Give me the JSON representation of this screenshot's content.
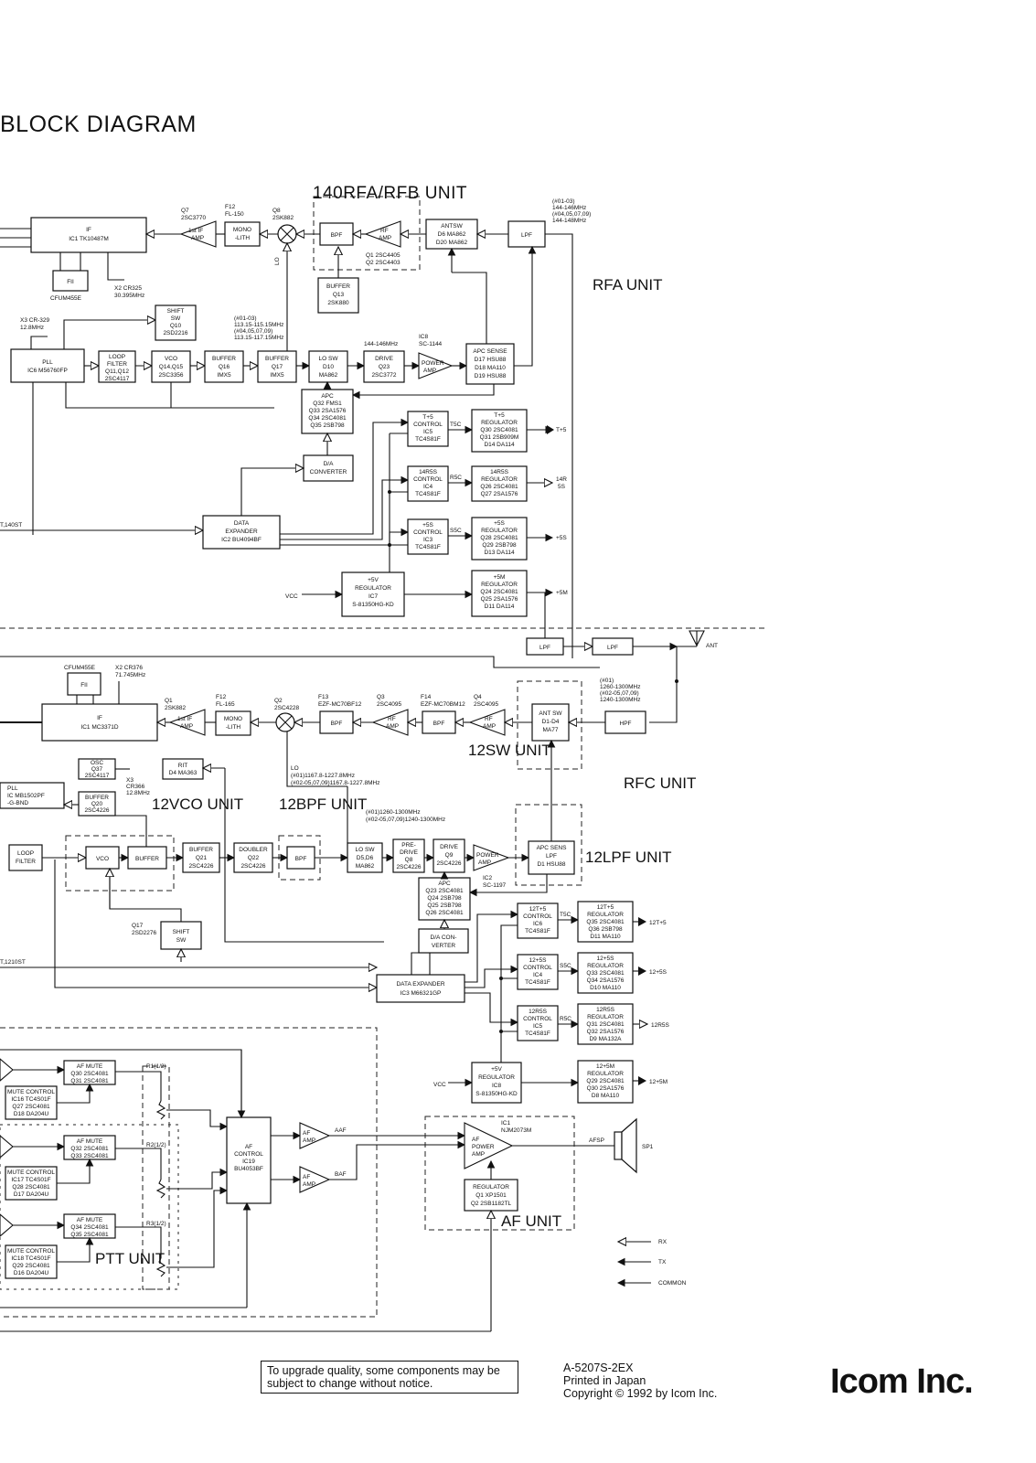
{
  "page": {
    "title": "BLOCK DIAGRAM",
    "notice": "To upgrade quality, some components may be subject to change without notice.",
    "doc_number": "A-5207S-2EX",
    "printed": "Printed in Japan",
    "copyright": "Copyright © 1992 by Icom Inc.",
    "brand": "Icom Inc."
  },
  "units": {
    "rfa": "RFA UNIT",
    "rfa_sub": "140RFA/RFB UNIT",
    "rfc": "RFC UNIT",
    "sw12": "12SW UNIT",
    "vco12": "12VCO UNIT",
    "bpf12": "12BPF UNIT",
    "lpf12": "12LPF UNIT",
    "af": "AF UNIT",
    "ptt": "PTT UNIT"
  },
  "rfa": {
    "if": [
      "IF",
      "IC1 TK10487M"
    ],
    "f11": "FII",
    "cfum": "CFUM455E",
    "x2": [
      "X2 CR325",
      "30.395MHz"
    ],
    "q7": [
      "Q7",
      "2SC3770"
    ],
    "ifamp": [
      "1st IF",
      "AMP"
    ],
    "f12": [
      "F12",
      "FL-150"
    ],
    "monolith": [
      "MONO",
      "-LITH"
    ],
    "q8": [
      "Q8",
      "2SK882"
    ],
    "bpf": "BPF",
    "rfamp": [
      "RF",
      "AMP"
    ],
    "q12": [
      "Q1 2SC4405",
      "Q2 2SC4403"
    ],
    "antsw": [
      "ANTSW",
      "D6  MA862",
      "D20 MA862"
    ],
    "lpf": "LPF",
    "freq": [
      "(#01-03)",
      "144-146MHz",
      "(#04,05,07,09)",
      "144-148MHz"
    ],
    "buffer13": [
      "BUFFER",
      "Q13",
      "2SK880"
    ],
    "shift": [
      "SHIFT",
      "SW",
      "Q10",
      "2SD2216"
    ],
    "x3": [
      "X3 CR-329",
      "12.8MHz"
    ],
    "pll": [
      "PLL",
      "IC6 M56760FP"
    ],
    "loopfilter": [
      "LOOP",
      "FILTER",
      "Q11,Q12",
      "2SC4117"
    ],
    "vco": [
      "VCO",
      "Q14,Q15",
      "2SC3356"
    ],
    "buffer16": [
      "BUFFER",
      "Q16",
      "IMX5"
    ],
    "buffer17": [
      "BUFFER",
      "Q17",
      "IMX5"
    ],
    "lofreq": [
      "(#01-03)",
      "113.15-115.15MHz",
      "(#04,05,07,09)",
      "113.15-117.15MHz"
    ],
    "losw": [
      "LO SW",
      "D10",
      "MA862"
    ],
    "drivefreq": "144-146MHz",
    "drive": [
      "DRIVE",
      "Q23",
      "2SC3772"
    ],
    "ic8": [
      "IC8",
      "SC-1144"
    ],
    "power": [
      "POWER",
      "AMP"
    ],
    "apcsense": [
      "APC SENSE",
      "D17 HSU88",
      "D18  MA110",
      "D19 HSU88"
    ],
    "apc": [
      "APC",
      "Q32      FMS1",
      "Q33 2SA1576",
      "Q34 2SC4081",
      "Q35 2SB798"
    ],
    "da": [
      "D/A",
      "CONVERTER"
    ],
    "dataexp": [
      "DATA",
      "EXPANDER",
      "IC2 BU4094BF"
    ],
    "t5ctrl": [
      "T+5",
      "CONTROL",
      "IC5",
      "TC4S81F"
    ],
    "t5reg": [
      "T+5",
      "REGULATOR",
      "Q30 2SC4081",
      "Q31 2SB909M",
      "D14 DA114"
    ],
    "r14ctrl": [
      "14R5S",
      "CONTROL",
      "IC4",
      "TC4S81F"
    ],
    "r14reg": [
      "14R5S",
      "REGULATOR",
      "Q26 2SC4081",
      "Q27 2SA1576"
    ],
    "s5ctrl": [
      "+5S",
      "CONTROL",
      "IC3",
      "TC4S81F"
    ],
    "s5reg": [
      "+5S",
      "REGULATOR",
      "Q28 2SC4081",
      "Q29 2SB798",
      "D13 DA114"
    ],
    "v5reg": [
      "+5V",
      "REGULATOR",
      "IC7",
      "S-81350HG-KD"
    ],
    "m5reg": [
      "+5M",
      "REGULATOR",
      "Q24 2SC4081",
      "Q25 2SA1576",
      "D11 DA114"
    ],
    "out_t5": "T+5",
    "out_r14": [
      "14R",
      "5S"
    ],
    "out_s5": "+5S",
    "out_m5": "+5M",
    "sig_t5c": "T5C",
    "sig_r5c": "R5C",
    "sig_s5c": "S5C",
    "vcc": "VCC",
    "lo": "LO",
    "left_bus": "T,140ST"
  },
  "rfc": {
    "cfum": "CFUM455E",
    "f11": "FII",
    "x2": [
      "X2 CR376",
      "71.745MHz"
    ],
    "if": [
      "IF",
      "IC1 MC3371D"
    ],
    "q1": [
      "Q1",
      "2SK882"
    ],
    "ifamp": [
      "1st IF",
      "AMP"
    ],
    "f12": [
      "F12",
      "FL-165"
    ],
    "monolith": [
      "MONO",
      "-LITH"
    ],
    "q2": [
      "Q2",
      "2SC4228"
    ],
    "f13": [
      "F13",
      "EZF-MC70BF12"
    ],
    "q3": [
      "Q3",
      "2SC4095"
    ],
    "f14": [
      "F14",
      "EZF-MC70BM12"
    ],
    "q4": [
      "Q4",
      "2SC4095"
    ],
    "bpf": "BPF",
    "rfamp": [
      "RF",
      "AMP"
    ],
    "antsw": [
      "ANT SW",
      "D1-D4",
      "MA77"
    ],
    "freq": [
      "(#01)",
      "1260-1300MHz",
      "(#02-05,07,09)",
      "1240-1300MHz"
    ],
    "hpf": "HPF",
    "lpf": "LPF",
    "ant": "ANT",
    "osc": [
      "OSC",
      "Q37",
      "2SC4117"
    ],
    "x3": [
      "X3",
      "CR366",
      "12.8MHz"
    ],
    "rit": [
      "RIT",
      "D4 MA363"
    ],
    "pll": [
      "PLL",
      "IC MB1502PF",
      "-G-BND"
    ],
    "buffer20": [
      "BUFFER",
      "Q20",
      "2SC4226"
    ],
    "lofreq": [
      "LO",
      "(#01)1167.8-1227.8MHz",
      "(#02-05,07,09)1167.8-1227.8MHz"
    ],
    "loopfilter": [
      "LOOP",
      "FILTER"
    ],
    "vco": "VCO",
    "vcobuffer": "BUFFER",
    "buffer21": [
      "BUFFER",
      "Q21",
      "2SC4226"
    ],
    "doubler": [
      "DOUBLER",
      "Q22",
      "2SC4226"
    ],
    "txfreq": [
      "(#01)1260-1300MHz",
      "(#02-05,07,09)1240-1300MHz"
    ],
    "losw": [
      "LO SW",
      "D5,D6",
      "MA862"
    ],
    "predrive": [
      "PRE-",
      "DRIVE",
      "Q8",
      "2SC4226"
    ],
    "drive": [
      "DRIVE",
      "Q9",
      "2SC4226"
    ],
    "power": [
      "POWER",
      "AMP"
    ],
    "ic2": [
      "IC2",
      "SC-1197"
    ],
    "apcsens": [
      "APC SENS",
      "LPF",
      "D1 HSU88"
    ],
    "apc": [
      "APC",
      "Q23 2SC4081",
      "Q24 2SB798",
      "Q25 2SB798",
      "Q26 2SC4081"
    ],
    "da": [
      "D/A CON-",
      "VERTER"
    ],
    "q17": [
      "Q17",
      "2SD2276"
    ],
    "shift": [
      "SHIFT",
      "SW"
    ],
    "dataexp": [
      "DATA EXPANDER",
      "IC3 M66321GP"
    ],
    "t5ctrl": [
      "12T+5",
      "CONTROL",
      "IC6",
      "TC4S81F"
    ],
    "t5reg": [
      "12T+5",
      "REGULATOR",
      "Q35 2SC4081",
      "Q36 2SB798",
      "D11 MA110"
    ],
    "s5ctrl": [
      "12+5S",
      "CONTROL",
      "IC4",
      "TC4S81F"
    ],
    "s5reg": [
      "12+5S",
      "REGULATOR",
      "Q33 2SC4081",
      "Q34 2SA1576",
      "D10 MA110"
    ],
    "r5ctrl": [
      "12R5S",
      "CONTROL",
      "IC5",
      "TC4S81F"
    ],
    "r5reg": [
      "12R5S",
      "REGULATOR",
      "Q31 2SC4081",
      "Q32 2SA1576",
      "D9 MA132A"
    ],
    "v5reg": [
      "+5V",
      "REGULATOR",
      "IC8",
      "S-81350HG-KD"
    ],
    "m5reg": [
      "12+5M",
      "REGULATOR",
      "Q29 2SC4081",
      "Q30 2SA1576",
      "D8 MA110"
    ],
    "out_t5": "12T+5",
    "out_s5": "12+5S",
    "out_r5": "12R5S",
    "out_m5": "12+5M",
    "sig_t5c": "T5C",
    "sig_s5c": "S5C",
    "sig_r5c": "R5C",
    "vcc": "VCC",
    "left_bus": "T,1210ST"
  },
  "af": {
    "mute1": [
      "AF MUTE",
      "Q30 2SC4081",
      "Q31 2SC4081"
    ],
    "mc1": [
      "MUTE CONTROL",
      "IC16 TC4S01F",
      "Q27 2SC4081",
      "D18 DA204U"
    ],
    "mute2": [
      "AF MUTE",
      "Q32 2SC4081",
      "Q33 2SC4081"
    ],
    "mc2": [
      "MUTE CONTROL",
      "IC17 TC4S01F",
      "Q28 2SC4081",
      "D17 DA204U"
    ],
    "mute3": [
      "AF MUTE",
      "Q34 2SC4081",
      "Q35 2SC4081"
    ],
    "mc3": [
      "MUTE CONTROL",
      "IC18 TC4S01F",
      "Q29 2SC4081",
      "D16 DA204U"
    ],
    "r1": "R1(1/2)",
    "r2": "R2(1/2)",
    "r3": "R3(1/2)",
    "afctrl": [
      "AF",
      "CONTROL",
      "IC19",
      "BU4053BF"
    ],
    "afamp": [
      "AF",
      "AMP"
    ],
    "aaf": "AAF",
    "baf": "BAF",
    "ic1": [
      "IC1",
      "NJM2073M"
    ],
    "power": [
      "AF",
      "POWER",
      "AMP"
    ],
    "reg": [
      "REGULATOR",
      "Q1   XP1501",
      "Q2 2SB1182TL"
    ],
    "afsp": "AFSP",
    "sp": "SP1"
  },
  "legend": {
    "rx": "RX",
    "tx": "TX",
    "common": "COMMON"
  }
}
